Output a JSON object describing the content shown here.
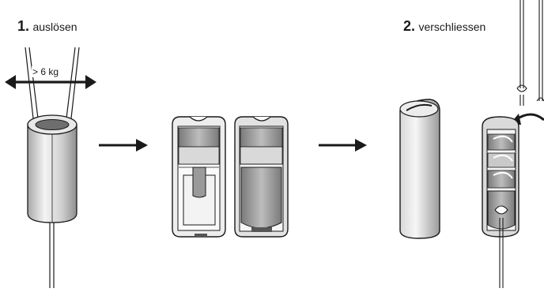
{
  "steps": [
    {
      "number": "1.",
      "label": "auslösen"
    },
    {
      "number": "2.",
      "label": "verschliessen"
    }
  ],
  "weight_label": "> 6 kg",
  "colors": {
    "line": "#1a1a1a",
    "metal_light": "#f0f0f0",
    "metal_mid": "#c8c8c8",
    "metal_dark": "#8a8a8a",
    "inner_dark": "#555555"
  }
}
